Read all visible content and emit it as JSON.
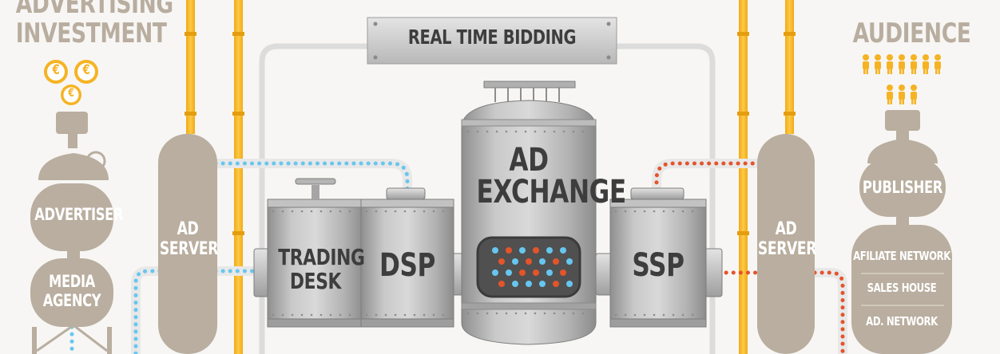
{
  "header": {
    "advertising_line1": "ADVERTISING",
    "advertising_line2": "INVESTMENT",
    "audience": "AUDIENCE",
    "banner": "REAL TIME BIDDING"
  },
  "left": {
    "advertiser": "ADVERTISER",
    "media_agency_line1": "MEDIA",
    "media_agency_line2": "AGENCY",
    "ad_server_line1": "AD",
    "ad_server_line2": "SERVER",
    "coin_symbol": "€"
  },
  "middle": {
    "trading_desk_line1": "TRADING",
    "trading_desk_line2": "DESK",
    "dsp": "DSP",
    "ad_exchange_line1": "AD",
    "ad_exchange_line2": "EXCHANGE",
    "ssp": "SSP"
  },
  "right": {
    "ad_server_line1": "AD",
    "ad_server_line2": "SERVER",
    "publisher": "PUBLISHER",
    "affiliate_network": "AFILIATE NETWORK",
    "sales_house": "SALES HOUSE",
    "ad_network": "AD. NETWORK"
  },
  "colors": {
    "tan": "#b9ae9f",
    "gold": "#f5b324",
    "steel": "#a8a8a8",
    "blue_dot": "#67c6ef",
    "red_dot": "#e4542b",
    "background": "#f7f6f4"
  }
}
